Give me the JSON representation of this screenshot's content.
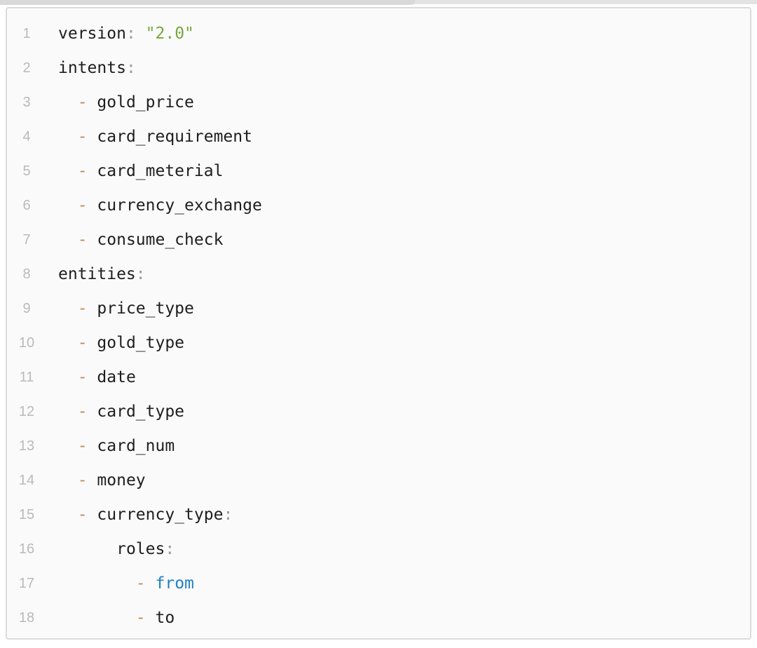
{
  "top_strip": {
    "color": "#e3e3e3",
    "dark_segment_color": "#d9d9d9"
  },
  "code_block": {
    "language": "yaml",
    "background": "#fafafa",
    "border_color": "#dbdbdb",
    "colors": {
      "key": "#1e1e1e",
      "plain": "#1e1e1e",
      "punct": "#9b9b9b",
      "dash": "#c18a56",
      "string": "#76a73c",
      "keyword": "#2181c1",
      "line_number": "#bababa"
    },
    "lines": [
      {
        "number": "1",
        "tokens": [
          {
            "text": "version",
            "color": "key"
          },
          {
            "text": ":",
            "color": "punct"
          },
          {
            "text": " ",
            "color": "plain"
          },
          {
            "text": "\"2.0\"",
            "color": "string"
          }
        ]
      },
      {
        "number": "2",
        "tokens": [
          {
            "text": "intents",
            "color": "key"
          },
          {
            "text": ":",
            "color": "punct"
          }
        ]
      },
      {
        "number": "3",
        "tokens": [
          {
            "text": "  ",
            "color": "plain"
          },
          {
            "text": "-",
            "color": "dash"
          },
          {
            "text": " gold_price",
            "color": "plain"
          }
        ]
      },
      {
        "number": "4",
        "tokens": [
          {
            "text": "  ",
            "color": "plain"
          },
          {
            "text": "-",
            "color": "dash"
          },
          {
            "text": " card_requirement",
            "color": "plain"
          }
        ]
      },
      {
        "number": "5",
        "tokens": [
          {
            "text": "  ",
            "color": "plain"
          },
          {
            "text": "-",
            "color": "dash"
          },
          {
            "text": " card_meterial",
            "color": "plain"
          }
        ]
      },
      {
        "number": "6",
        "tokens": [
          {
            "text": "  ",
            "color": "plain"
          },
          {
            "text": "-",
            "color": "dash"
          },
          {
            "text": " currency_exchange",
            "color": "plain"
          }
        ]
      },
      {
        "number": "7",
        "tokens": [
          {
            "text": "  ",
            "color": "plain"
          },
          {
            "text": "-",
            "color": "dash"
          },
          {
            "text": " consume_check",
            "color": "plain"
          }
        ]
      },
      {
        "number": "8",
        "tokens": [
          {
            "text": "entities",
            "color": "key"
          },
          {
            "text": ":",
            "color": "punct"
          }
        ]
      },
      {
        "number": "9",
        "tokens": [
          {
            "text": "  ",
            "color": "plain"
          },
          {
            "text": "-",
            "color": "dash"
          },
          {
            "text": " price_type",
            "color": "plain"
          }
        ]
      },
      {
        "number": "10",
        "tokens": [
          {
            "text": "  ",
            "color": "plain"
          },
          {
            "text": "-",
            "color": "dash"
          },
          {
            "text": " gold_type",
            "color": "plain"
          }
        ]
      },
      {
        "number": "11",
        "tokens": [
          {
            "text": "  ",
            "color": "plain"
          },
          {
            "text": "-",
            "color": "dash"
          },
          {
            "text": " date",
            "color": "plain"
          }
        ]
      },
      {
        "number": "12",
        "tokens": [
          {
            "text": "  ",
            "color": "plain"
          },
          {
            "text": "-",
            "color": "dash"
          },
          {
            "text": " card_type",
            "color": "plain"
          }
        ]
      },
      {
        "number": "13",
        "tokens": [
          {
            "text": "  ",
            "color": "plain"
          },
          {
            "text": "-",
            "color": "dash"
          },
          {
            "text": " card_num",
            "color": "plain"
          }
        ]
      },
      {
        "number": "14",
        "tokens": [
          {
            "text": "  ",
            "color": "plain"
          },
          {
            "text": "-",
            "color": "dash"
          },
          {
            "text": " money",
            "color": "plain"
          }
        ]
      },
      {
        "number": "15",
        "tokens": [
          {
            "text": "  ",
            "color": "plain"
          },
          {
            "text": "-",
            "color": "dash"
          },
          {
            "text": " currency_type",
            "color": "plain"
          },
          {
            "text": ":",
            "color": "punct"
          }
        ]
      },
      {
        "number": "16",
        "tokens": [
          {
            "text": "      ",
            "color": "plain"
          },
          {
            "text": "roles",
            "color": "key"
          },
          {
            "text": ":",
            "color": "punct"
          }
        ]
      },
      {
        "number": "17",
        "tokens": [
          {
            "text": "        ",
            "color": "plain"
          },
          {
            "text": "-",
            "color": "dash"
          },
          {
            "text": " ",
            "color": "plain"
          },
          {
            "text": "from",
            "color": "keyword"
          }
        ]
      },
      {
        "number": "18",
        "tokens": [
          {
            "text": "        ",
            "color": "plain"
          },
          {
            "text": "-",
            "color": "dash"
          },
          {
            "text": " to",
            "color": "plain"
          }
        ]
      }
    ]
  }
}
